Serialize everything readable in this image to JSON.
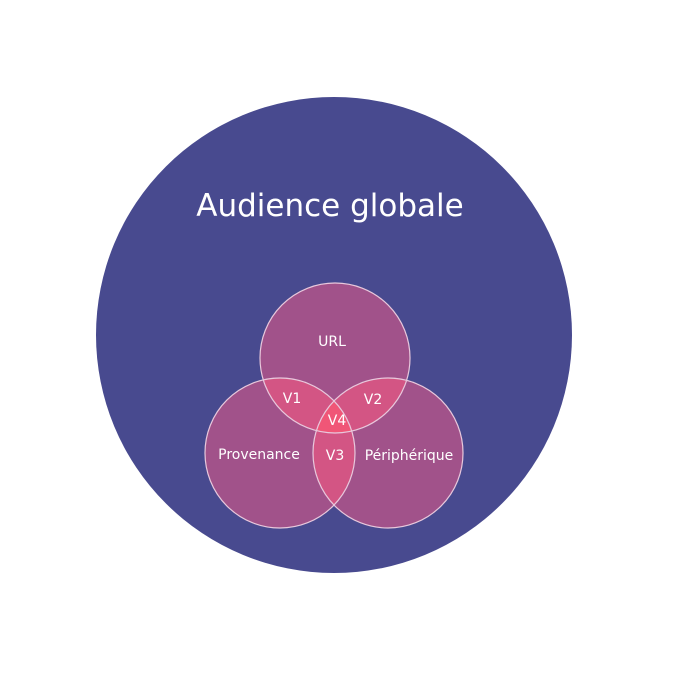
{
  "title": "Audience globale",
  "sets": {
    "url": "URL",
    "provenance": "Provenance",
    "peripherique": "Périphérique"
  },
  "intersections": {
    "v1": "V1",
    "v2": "V2",
    "v3": "V3",
    "v4": "V4"
  },
  "colors": {
    "background_circle": "#484a8f",
    "set_fill": "#a1528a",
    "pair_overlap": "#d35584",
    "triple_overlap": "#f05677",
    "stroke": "#e8c8dc"
  }
}
